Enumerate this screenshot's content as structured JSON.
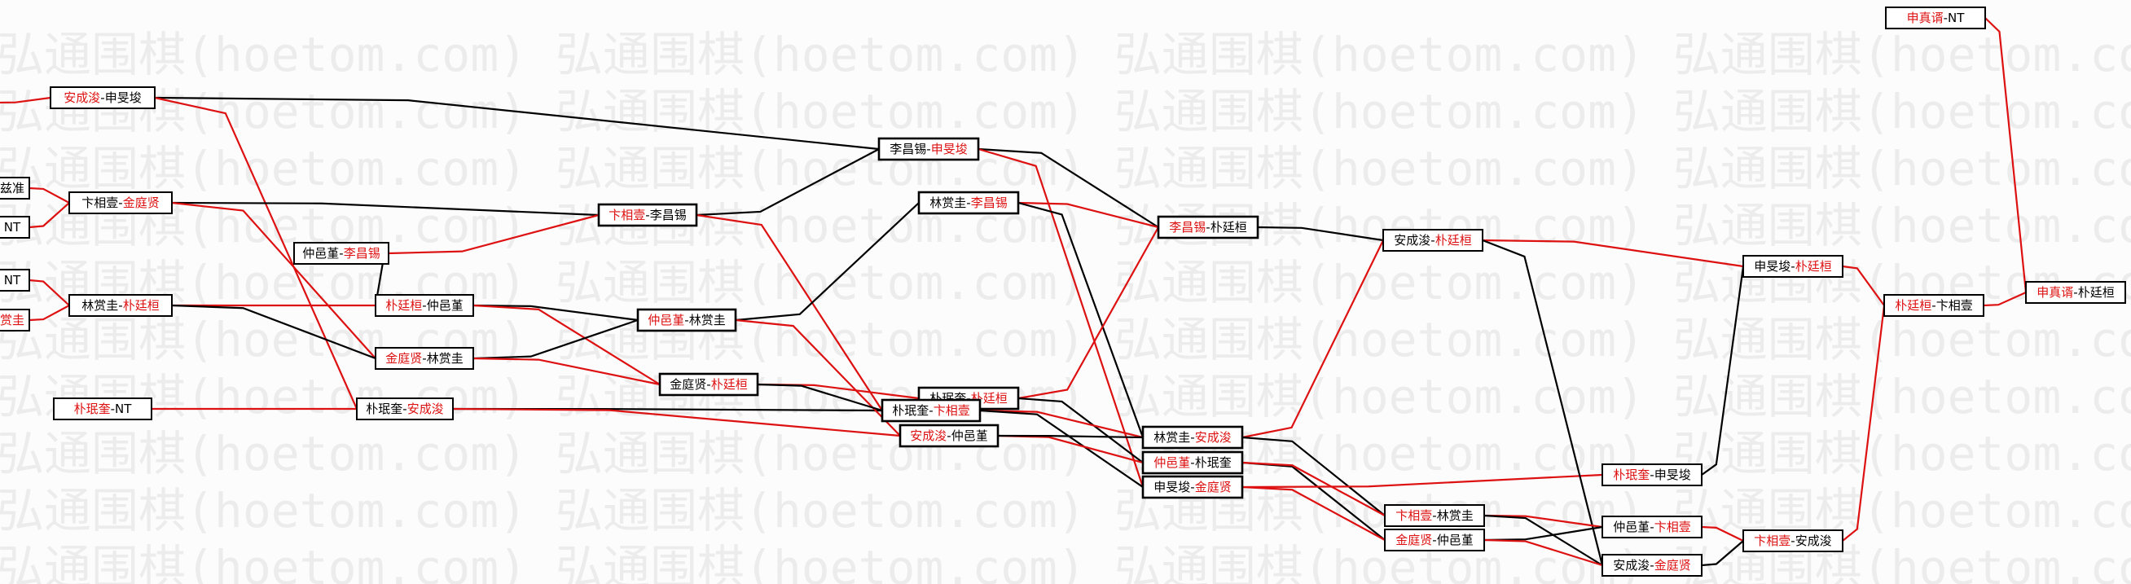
{
  "watermark": {
    "text": "弘通围棋(hoetom.com)"
  },
  "colors": {
    "winner": "#dd1111",
    "loser": "#000000",
    "win_edge": "#dd1111",
    "loss_edge": "#000000"
  },
  "nodes": [
    {
      "id": "n01",
      "a": "安成浚",
      "b": "申旻埈",
      "win": "a"
    },
    {
      "id": "n02",
      "a": "",
      "b": "兹准",
      "win": ""
    },
    {
      "id": "n03",
      "a": "",
      "b": "NT",
      "win": ""
    },
    {
      "id": "n04",
      "a": "卞相壹",
      "b": "金庭贤",
      "win": "b"
    },
    {
      "id": "n05",
      "a": "仲邑堇",
      "b": "李昌锡",
      "win": "b"
    },
    {
      "id": "n06",
      "a": "",
      "b": "NT",
      "win": ""
    },
    {
      "id": "n07",
      "a": "",
      "b": "赏圭",
      "win": "b"
    },
    {
      "id": "n08",
      "a": "林赏圭",
      "b": "朴廷桓",
      "win": "b"
    },
    {
      "id": "n09",
      "a": "朴廷桓",
      "b": "仲邑堇",
      "win": "a"
    },
    {
      "id": "n10",
      "a": "金庭贤",
      "b": "林赏圭",
      "win": "a"
    },
    {
      "id": "n11",
      "a": "朴珉奎",
      "b": "NT",
      "win": "a"
    },
    {
      "id": "n12",
      "a": "朴珉奎",
      "b": "安成浚",
      "win": "b"
    },
    {
      "id": "n13",
      "a": "卞相壹",
      "b": "李昌锡",
      "win": "a"
    },
    {
      "id": "n14",
      "a": "仲邑堇",
      "b": "林赏圭",
      "win": "a"
    },
    {
      "id": "n15",
      "a": "金庭贤",
      "b": "朴廷桓",
      "win": "b"
    },
    {
      "id": "n16",
      "a": "李昌锡",
      "b": "申旻埈",
      "win": "b"
    },
    {
      "id": "n17",
      "a": "林赏圭",
      "b": "李昌锡",
      "win": "b"
    },
    {
      "id": "n18",
      "a": "朴珉奎",
      "b": "朴廷桓",
      "win": "b"
    },
    {
      "id": "n19",
      "a": "朴珉奎",
      "b": "卞相壹",
      "win": "b"
    },
    {
      "id": "n20",
      "a": "安成浚",
      "b": "仲邑堇",
      "win": "a"
    },
    {
      "id": "n21",
      "a": "李昌锡",
      "b": "朴廷桓",
      "win": "a"
    },
    {
      "id": "n22",
      "a": "林赏圭",
      "b": "安成浚",
      "win": "b"
    },
    {
      "id": "n23",
      "a": "仲邑堇",
      "b": "朴珉奎",
      "win": "a"
    },
    {
      "id": "n24",
      "a": "申旻埈",
      "b": "金庭贤",
      "win": "b"
    },
    {
      "id": "n25",
      "a": "安成浚",
      "b": "朴廷桓",
      "win": "b"
    },
    {
      "id": "n26",
      "a": "卞相壹",
      "b": "林赏圭",
      "win": "a"
    },
    {
      "id": "n27",
      "a": "金庭贤",
      "b": "仲邑堇",
      "win": "a"
    },
    {
      "id": "n28",
      "a": "朴珉奎",
      "b": "申旻埈",
      "win": "a"
    },
    {
      "id": "n29",
      "a": "仲邑堇",
      "b": "卞相壹",
      "win": "b"
    },
    {
      "id": "n30",
      "a": "安成浚",
      "b": "金庭贤",
      "win": "b"
    },
    {
      "id": "n31",
      "a": "申旻埈",
      "b": "朴廷桓",
      "win": "b"
    },
    {
      "id": "n32",
      "a": "卞相壹",
      "b": "安成浚",
      "win": "a"
    },
    {
      "id": "n33",
      "a": "朴廷桓",
      "b": "卞相壹",
      "win": "a"
    },
    {
      "id": "n34",
      "a": "申真谞",
      "b": "NT",
      "win": "a"
    },
    {
      "id": "n35",
      "a": "申真谞",
      "b": "朴廷桓",
      "win": "a"
    }
  ],
  "edges": [
    {
      "from": "left",
      "to": "n01",
      "won": true
    },
    {
      "from": "left",
      "to": "n02",
      "won": false
    },
    {
      "from": "left",
      "to": "n03",
      "won": false
    },
    {
      "from": "left",
      "to": "n06",
      "won": false
    },
    {
      "from": "left",
      "to": "n07",
      "won": true
    },
    {
      "from": "n01",
      "to": "n16",
      "won": false
    },
    {
      "from": "n01",
      "to": "n12",
      "won": true
    },
    {
      "from": "n02",
      "to": "n04",
      "won": true
    },
    {
      "from": "n03",
      "to": "n04",
      "won": true
    },
    {
      "from": "n04",
      "to": "n13",
      "won": false
    },
    {
      "from": "n04",
      "to": "n10",
      "won": true
    },
    {
      "from": "n05",
      "to": "n13",
      "won": true
    },
    {
      "from": "n05",
      "to": "n09",
      "won": false
    },
    {
      "from": "n06",
      "to": "n08",
      "won": true
    },
    {
      "from": "n07",
      "to": "n08",
      "won": true
    },
    {
      "from": "n08",
      "to": "n09",
      "won": true
    },
    {
      "from": "n08",
      "to": "n10",
      "won": false
    },
    {
      "from": "n09",
      "to": "n14",
      "won": false
    },
    {
      "from": "n09",
      "to": "n15",
      "won": true
    },
    {
      "from": "n10",
      "to": "n14",
      "won": false
    },
    {
      "from": "n10",
      "to": "n15",
      "won": true
    },
    {
      "from": "n11",
      "to": "n12",
      "won": true
    },
    {
      "from": "n12",
      "to": "n19",
      "won": false
    },
    {
      "from": "n12",
      "to": "n20",
      "won": true
    },
    {
      "from": "n13",
      "to": "n16",
      "won": false
    },
    {
      "from": "n13",
      "to": "n19",
      "won": true
    },
    {
      "from": "n14",
      "to": "n17",
      "won": false
    },
    {
      "from": "n14",
      "to": "n20",
      "won": true
    },
    {
      "from": "n15",
      "to": "n18",
      "won": true
    },
    {
      "from": "n15",
      "to": "n19",
      "won": false
    },
    {
      "from": "n16",
      "to": "n21",
      "won": false
    },
    {
      "from": "n16",
      "to": "n24",
      "won": true
    },
    {
      "from": "n17",
      "to": "n21",
      "won": true
    },
    {
      "from": "n17",
      "to": "n22",
      "won": false
    },
    {
      "from": "n18",
      "to": "n21",
      "won": true
    },
    {
      "from": "n18",
      "to": "n23",
      "won": false
    },
    {
      "from": "n19",
      "to": "n22",
      "won": true
    },
    {
      "from": "n19",
      "to": "n24",
      "won": false
    },
    {
      "from": "n20",
      "to": "n23",
      "won": true
    },
    {
      "from": "n20",
      "to": "n22",
      "won": false
    },
    {
      "from": "n21",
      "to": "n25",
      "won": false
    },
    {
      "from": "n22",
      "to": "n25",
      "won": true
    },
    {
      "from": "n22",
      "to": "n26",
      "won": false
    },
    {
      "from": "n23",
      "to": "n27",
      "won": false
    },
    {
      "from": "n23",
      "to": "n26",
      "won": true
    },
    {
      "from": "n24",
      "to": "n28",
      "won": true
    },
    {
      "from": "n24",
      "to": "n27",
      "won": true
    },
    {
      "from": "n25",
      "to": "n31",
      "won": true
    },
    {
      "from": "n25",
      "to": "n30",
      "won": false
    },
    {
      "from": "n26",
      "to": "n29",
      "won": true
    },
    {
      "from": "n26",
      "to": "n30",
      "won": false
    },
    {
      "from": "n27",
      "to": "n29",
      "won": false
    },
    {
      "from": "n27",
      "to": "n30",
      "won": true
    },
    {
      "from": "n28",
      "to": "n31",
      "won": false
    },
    {
      "from": "n29",
      "to": "n32",
      "won": true
    },
    {
      "from": "n30",
      "to": "n32",
      "won": false
    },
    {
      "from": "n31",
      "to": "n33",
      "won": true
    },
    {
      "from": "n32",
      "to": "n33",
      "won": true
    },
    {
      "from": "n33",
      "to": "n35",
      "won": true
    },
    {
      "from": "n34",
      "to": "n35",
      "won": true
    }
  ]
}
